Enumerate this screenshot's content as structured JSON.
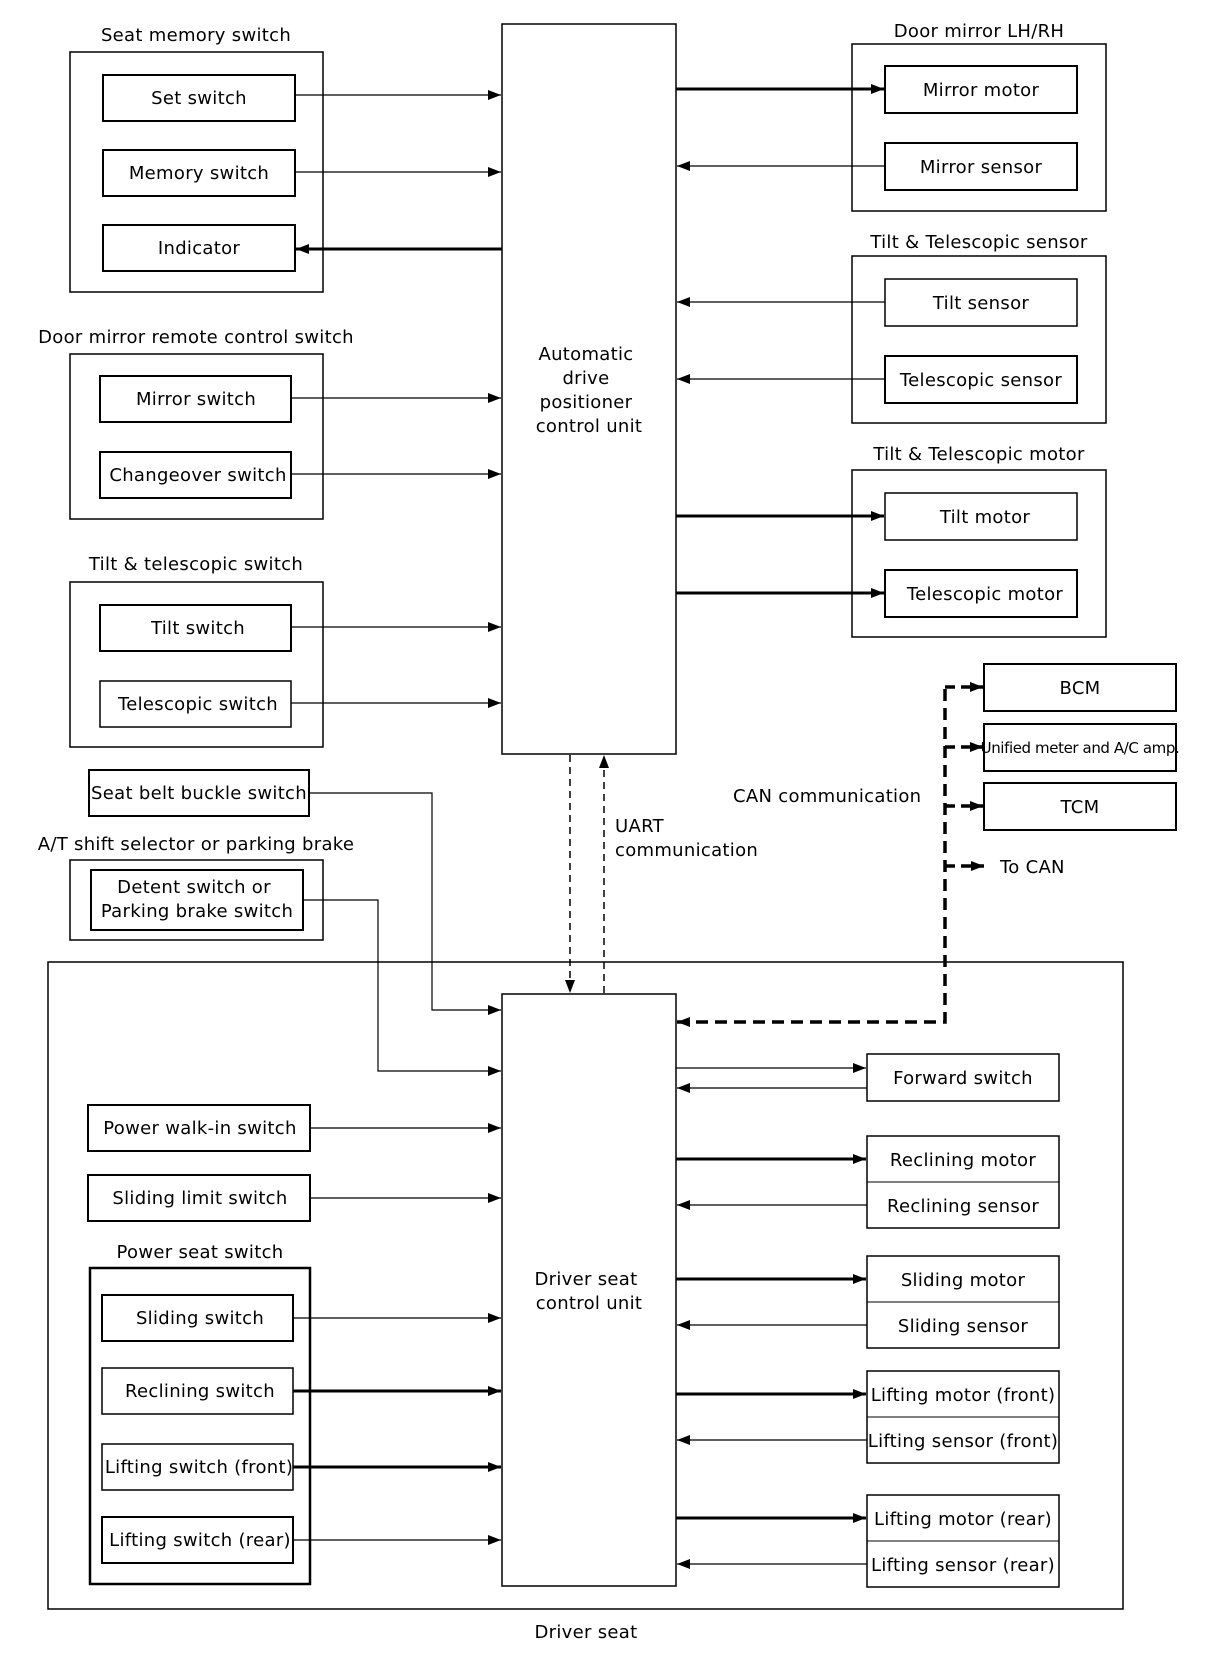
{
  "groups": {
    "seat_memory": "Seat memory switch",
    "door_mirror_remote": "Door mirror remote control switch",
    "tilt_tele_switch": "Tilt & telescopic switch",
    "at_shift": "A/T shift selector or parking brake",
    "door_mirror": "Door mirror LH/RH",
    "tilt_tele_sensor": "Tilt & Telescopic sensor",
    "tilt_tele_motor": "Tilt & Telescopic motor",
    "power_seat": "Power seat switch",
    "driver_seat": "Driver seat"
  },
  "units": {
    "adp": [
      "Automatic",
      "drive",
      "positioner",
      "control unit"
    ],
    "driver_seat": [
      "Driver seat",
      "control unit"
    ]
  },
  "components": {
    "set_switch": "Set switch",
    "memory_switch": "Memory switch",
    "indicator": "Indicator",
    "mirror_switch": "Mirror switch",
    "changeover_switch": "Changeover switch",
    "tilt_switch": "Tilt switch",
    "telescopic_switch": "Telescopic switch",
    "seat_belt_buckle_switch": "Seat belt buckle switch",
    "detent_switch": [
      "Detent switch or",
      "Parking brake switch"
    ],
    "mirror_motor": "Mirror motor",
    "mirror_sensor": "Mirror sensor",
    "tilt_sensor": "Tilt sensor",
    "telescopic_sensor": "Telescopic sensor",
    "tilt_motor": "Tilt motor",
    "telescopic_motor": "Telescopic motor",
    "bcm": "BCM",
    "unified_meter": "Unified meter and A/C amp.",
    "tcm": "TCM",
    "to_can": "To CAN",
    "power_walkin_switch": "Power walk-in switch",
    "sliding_limit_switch": "Sliding limit switch",
    "sliding_switch": "Sliding switch",
    "reclining_switch": "Reclining switch",
    "lifting_switch_front": "Lifting switch (front)",
    "lifting_switch_rear": "Lifting switch (rear)",
    "forward_switch": "Forward switch",
    "reclining_motor": "Reclining motor",
    "reclining_sensor": "Reclining sensor",
    "sliding_motor": "Sliding motor",
    "sliding_sensor": "Sliding sensor",
    "lifting_motor_front": "Lifting motor (front)",
    "lifting_sensor_front": "Lifting sensor (front)",
    "lifting_motor_rear": "Lifting motor (rear)",
    "lifting_sensor_rear": "Lifting sensor (rear)"
  },
  "communication": {
    "uart": [
      "UART",
      "communication"
    ],
    "can": "CAN communication"
  }
}
